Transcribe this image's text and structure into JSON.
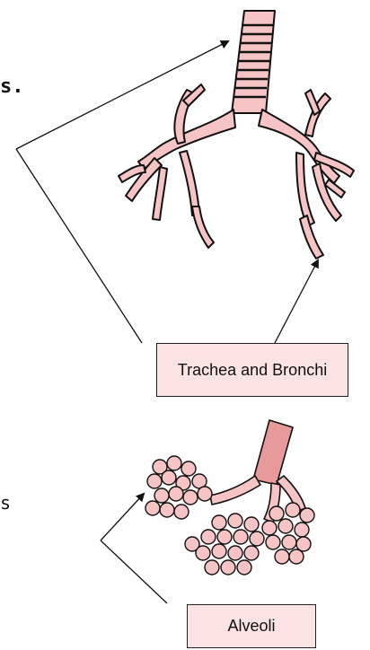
{
  "text_fragments": {
    "top_cut": "s.",
    "bottom_cut": "s"
  },
  "labels": {
    "trachea_bronchi": "Trachea and Bronchi",
    "alveoli": "Alveoli"
  },
  "colors": {
    "tissue_fill": "#f6c4c4",
    "tissue_dark": "#e89a9a",
    "outline": "#111111",
    "label_fill": "#fbe3e3"
  }
}
